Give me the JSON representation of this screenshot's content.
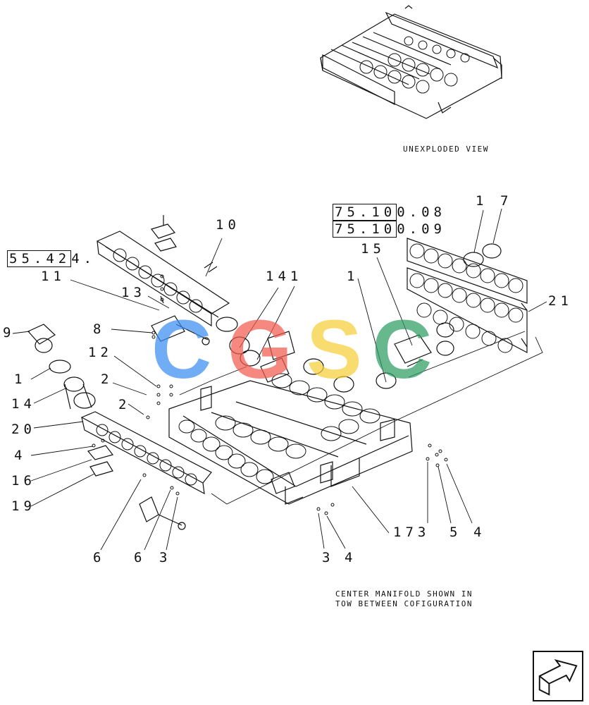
{
  "captions": {
    "unexploded": "UNEXPLODED VIEW",
    "center_line1": "CENTER MANIFOLD SHOWN IN",
    "center_line2": "TOW BETWEEN COFIGURATION"
  },
  "references": {
    "ref_a_box": "55.42",
    "ref_a_tail": "4.",
    "ref_b_box": "75.10",
    "ref_b_tail": "0.08",
    "ref_c_box": "75.10",
    "ref_c_tail": "0.09"
  },
  "watermark": {
    "letters": [
      "C",
      "G",
      "S",
      "C"
    ],
    "colors": [
      "#3b8ef0",
      "#f25c50",
      "#f7cf3a",
      "#2f9e64"
    ]
  },
  "callouts": {
    "c10": "10",
    "c11": "11",
    "c13": "13",
    "c141": "141",
    "c1_top": "1",
    "c15": "15",
    "c1_r": "1",
    "c7": "7",
    "c21": "21",
    "c8": "8",
    "c9": "9",
    "c12": "12",
    "c2a": "2",
    "c2b": "2",
    "c1_l": "1",
    "c14": "14",
    "c20": "20",
    "c4_l": "4",
    "c16": "16",
    "c19": "19",
    "c6a": "6",
    "c6b": "6",
    "c3a": "3",
    "c3b": "3",
    "c4b": "4",
    "c173": "173",
    "c5": "5",
    "c4c": "4"
  },
  "icons": {
    "nav": "arrow-next-page-icon"
  }
}
